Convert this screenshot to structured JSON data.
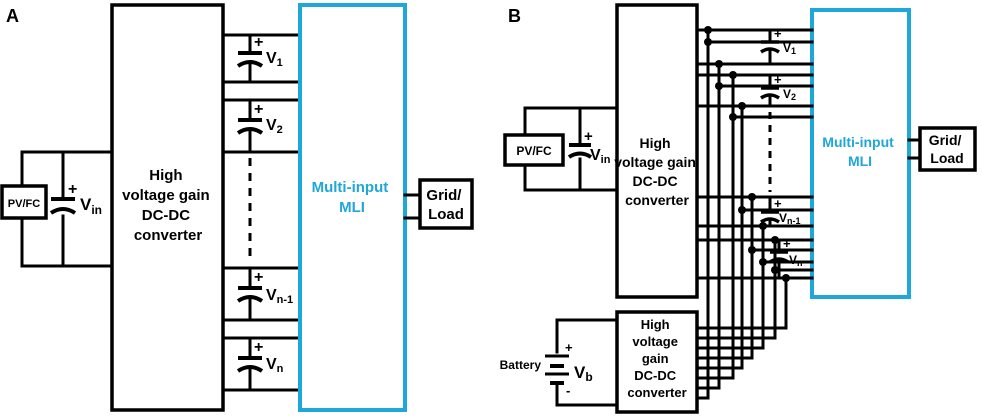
{
  "panel_a": {
    "letter": "A",
    "source": "PV/FC",
    "vin": "V",
    "vin_sub": "in",
    "converter": [
      "High",
      "voltage gain",
      "DC-DC",
      "converter"
    ],
    "mli": [
      "Multi-input",
      "MLI"
    ],
    "load": [
      "Grid/",
      "Load"
    ],
    "caps": [
      {
        "v": "V",
        "sub": "1"
      },
      {
        "v": "V",
        "sub": "2"
      },
      {
        "v": "V",
        "sub": "n-1"
      },
      {
        "v": "V",
        "sub": "n"
      }
    ]
  },
  "panel_b": {
    "letter": "B",
    "source": "PV/FC",
    "vin": "V",
    "vin_sub": "in",
    "converter_top": [
      "High",
      "voltage gain",
      "DC-DC",
      "converter"
    ],
    "converter_bottom": [
      "High",
      "voltage",
      "gain",
      "DC-DC",
      "converter"
    ],
    "battery": "Battery",
    "vb": "V",
    "vb_sub": "b",
    "mli": [
      "Multi-input",
      "MLI"
    ],
    "load": [
      "Grid/",
      "Load"
    ],
    "caps": [
      {
        "v": "V",
        "sub": "1"
      },
      {
        "v": "V",
        "sub": "2"
      },
      {
        "v": "V",
        "sub": "n-1"
      },
      {
        "v": "V",
        "sub": "n"
      }
    ]
  },
  "colors": {
    "accent": "#1ea7d8",
    "ink": "#000000"
  }
}
